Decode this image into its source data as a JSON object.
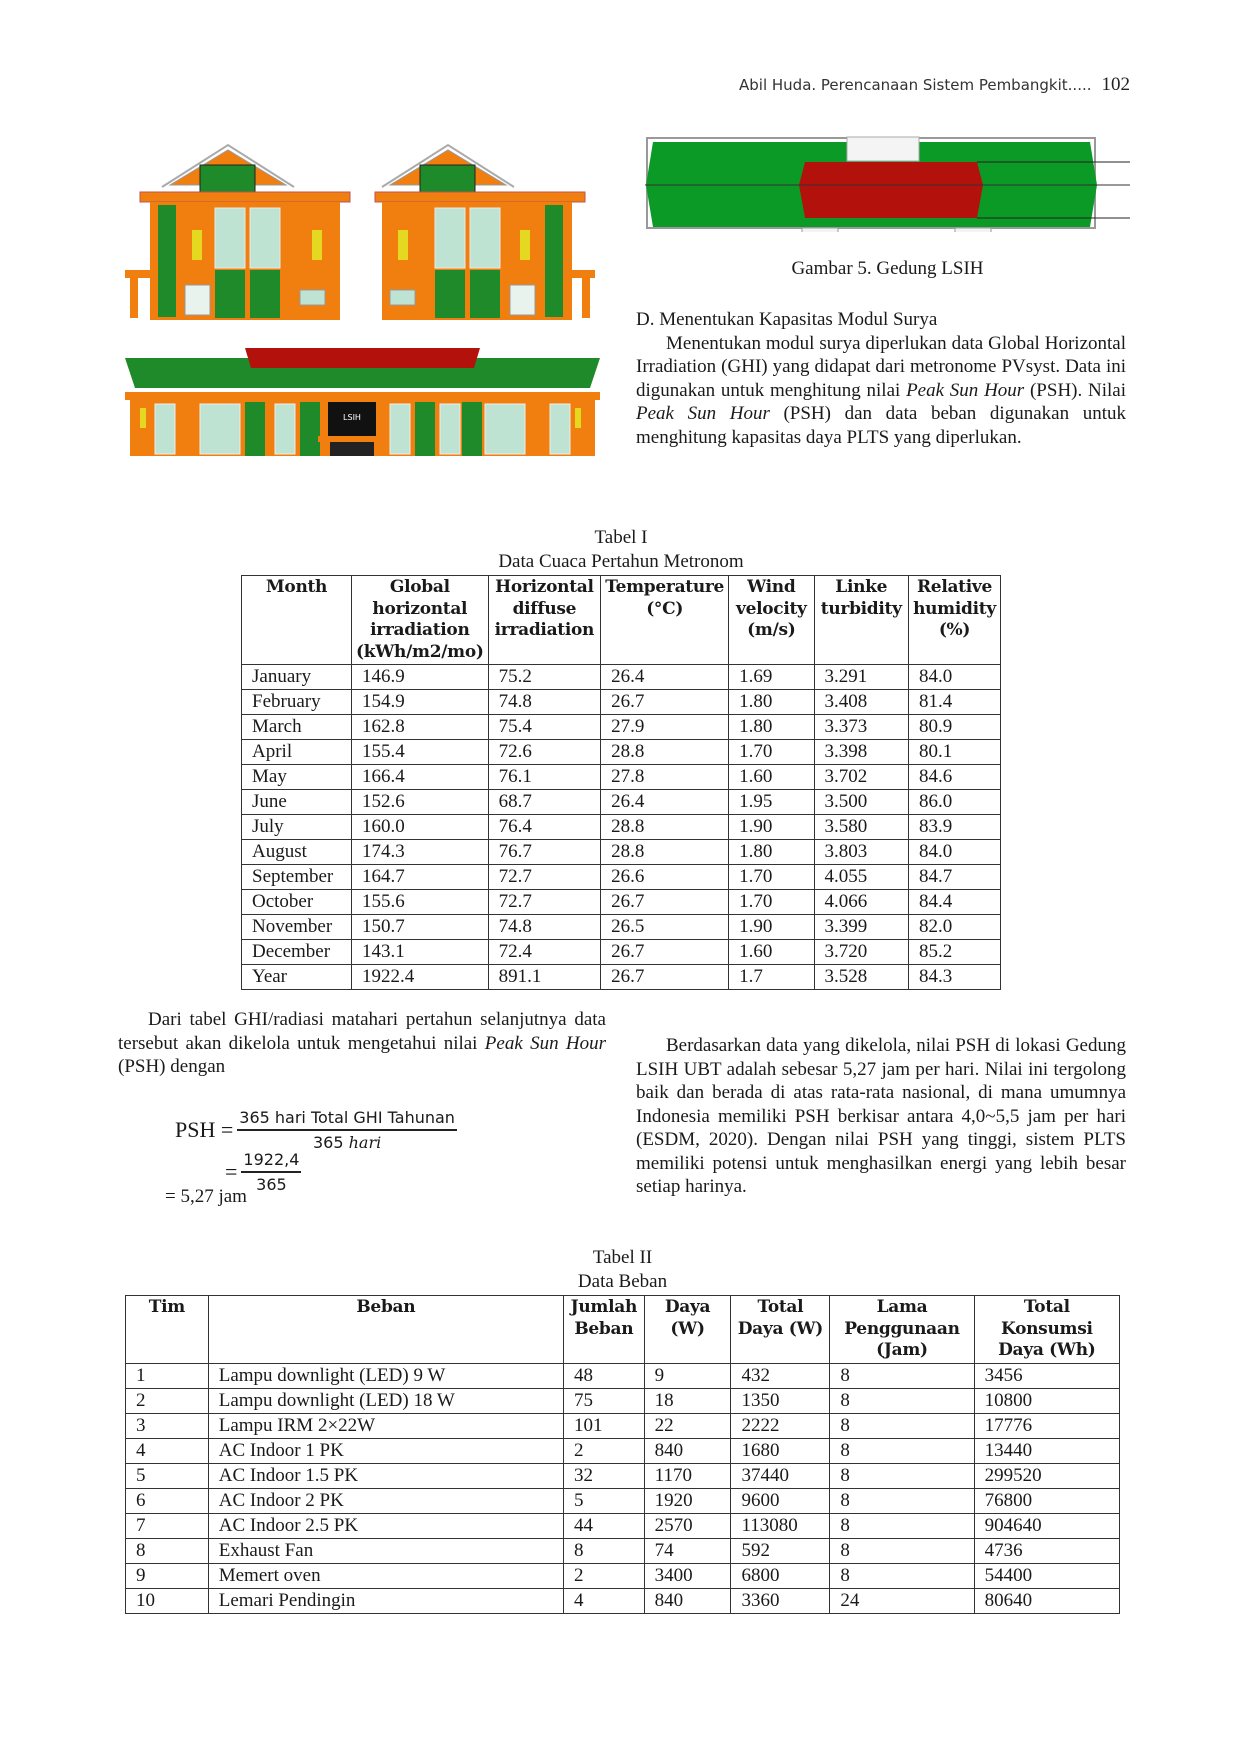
{
  "header": {
    "running_title": "Abil Huda. Perencanaan Sistem Pembangkit.....",
    "page_number": "102"
  },
  "figure": {
    "caption": "Gambar 5. Gedung LSIH",
    "building_sign": "LSIH",
    "colors": {
      "orange": "#f07f0f",
      "green": "#1e8a2a",
      "red": "#b3120c",
      "glass": "#bfe3d2",
      "roof_green": "#0a9a25"
    }
  },
  "section_d": {
    "heading": "D.  Menentukan Kapasitas Modul Surya",
    "p1_a": "Menentukan modul surya diperlukan data Global Horizontal Irradiation (GHI) yang didapat dari metronome PVsyst. Data ini digunakan untuk menghitung nilai ",
    "p1_i1": "Peak Sun Hour",
    "p1_b": " (PSH). Nilai ",
    "p1_i2": "Peak Sun Hour",
    "p1_c": " (PSH) dan data beban digunakan untuk menghitung kapasitas daya PLTS yang diperlukan."
  },
  "table1": {
    "label": "Tabel I",
    "title": "Data Cuaca Pertahun Metronom",
    "headers": [
      "Month",
      "Global horizontal irradiation (kWh/m2/mo)",
      "Horizontal diffuse irradiation",
      "Temperature (°C)",
      "Wind velocity (m/s)",
      "Linke turbidity",
      "Relative humidity (%)"
    ],
    "rows": [
      [
        "January",
        "146.9",
        "75.2",
        "26.4",
        "1.69",
        "3.291",
        "84.0"
      ],
      [
        "February",
        "154.9",
        "74.8",
        "26.7",
        "1.80",
        "3.408",
        "81.4"
      ],
      [
        "March",
        "162.8",
        "75.4",
        "27.9",
        "1.80",
        "3.373",
        "80.9"
      ],
      [
        "April",
        "155.4",
        "72.6",
        "28.8",
        "1.70",
        "3.398",
        "80.1"
      ],
      [
        "May",
        "166.4",
        "76.1",
        "27.8",
        "1.60",
        "3.702",
        "84.6"
      ],
      [
        "June",
        "152.6",
        "68.7",
        "26.4",
        "1.95",
        "3.500",
        "86.0"
      ],
      [
        "July",
        "160.0",
        "76.4",
        "28.8",
        "1.90",
        "3.580",
        "83.9"
      ],
      [
        "August",
        "174.3",
        "76.7",
        "28.8",
        "1.80",
        "3.803",
        "84.0"
      ],
      [
        "September",
        "164.7",
        "72.7",
        "26.6",
        "1.70",
        "4.055",
        "84.7"
      ],
      [
        "October",
        "155.6",
        "72.7",
        "26.7",
        "1.70",
        "4.066",
        "84.4"
      ],
      [
        "November",
        "150.7",
        "74.8",
        "26.5",
        "1.90",
        "3.399",
        "82.0"
      ],
      [
        "December",
        "143.1",
        "72.4",
        "26.7",
        "1.60",
        "3.720",
        "85.2"
      ],
      [
        "Year",
        "1922.4",
        "891.1",
        "26.7",
        "1.7",
        "3.528",
        "84.3"
      ]
    ]
  },
  "left_para": {
    "a": "Dari tabel GHI/radiasi matahari pertahun selanjutnya data tersebut akan dikelola untuk mengetahui nilai ",
    "i": "Peak Sun Hour",
    "b": " (PSH) dengan"
  },
  "formula": {
    "lhs": "PSH =",
    "num1": "365 hari Total GHI Tahunan",
    "den1_n": "365 ",
    "den1_i": "hari",
    "eq": "=",
    "num2": "1922,4",
    "den2": "365",
    "result": "= 5,27 jam"
  },
  "right_para": "Berdasarkan data yang dikelola, nilai PSH di lokasi Gedung LSIH UBT adalah sebesar 5,27 jam per hari. Nilai ini tergolong baik dan berada di atas rata-rata nasional, di mana umumnya Indonesia memiliki PSH berkisar antara 4,0~5,5 jam per hari (ESDM, 2020). Dengan nilai PSH yang tinggi, sistem PLTS memiliki potensi untuk menghasilkan energi yang lebih besar setiap harinya.",
  "table2": {
    "label": "Tabel II",
    "title": "Data Beban",
    "headers": [
      "Tim",
      "Beban",
      "Jumlah Beban",
      "Daya (W)",
      "Total Daya (W)",
      "Lama Penggunaan (Jam)",
      "Total Konsumsi Daya (Wh)"
    ],
    "rows": [
      [
        "1",
        "Lampu downlight (LED) 9 W",
        "48",
        "9",
        "432",
        "8",
        "3456"
      ],
      [
        "2",
        "Lampu downlight (LED) 18 W",
        "75",
        "18",
        "1350",
        "8",
        "10800"
      ],
      [
        "3",
        "Lampu IRM 2×22W",
        "101",
        "22",
        "2222",
        "8",
        "17776"
      ],
      [
        "4",
        "AC Indoor 1 PK",
        "2",
        "840",
        "1680",
        "8",
        "13440"
      ],
      [
        "5",
        "AC Indoor 1.5 PK",
        "32",
        "1170",
        "37440",
        "8",
        "299520"
      ],
      [
        "6",
        "AC Indoor 2 PK",
        "5",
        "1920",
        "9600",
        "8",
        "76800"
      ],
      [
        "7",
        "AC Indoor 2.5 PK",
        "44",
        "2570",
        "113080",
        "8",
        "904640"
      ],
      [
        "8",
        "Exhaust Fan",
        "8",
        "74",
        "592",
        "8",
        "4736"
      ],
      [
        "9",
        "Memert oven",
        "2",
        "3400",
        "6800",
        "8",
        "54400"
      ],
      [
        "10",
        "Lemari Pendingin",
        "4",
        "840",
        "3360",
        "24",
        "80640"
      ]
    ]
  }
}
